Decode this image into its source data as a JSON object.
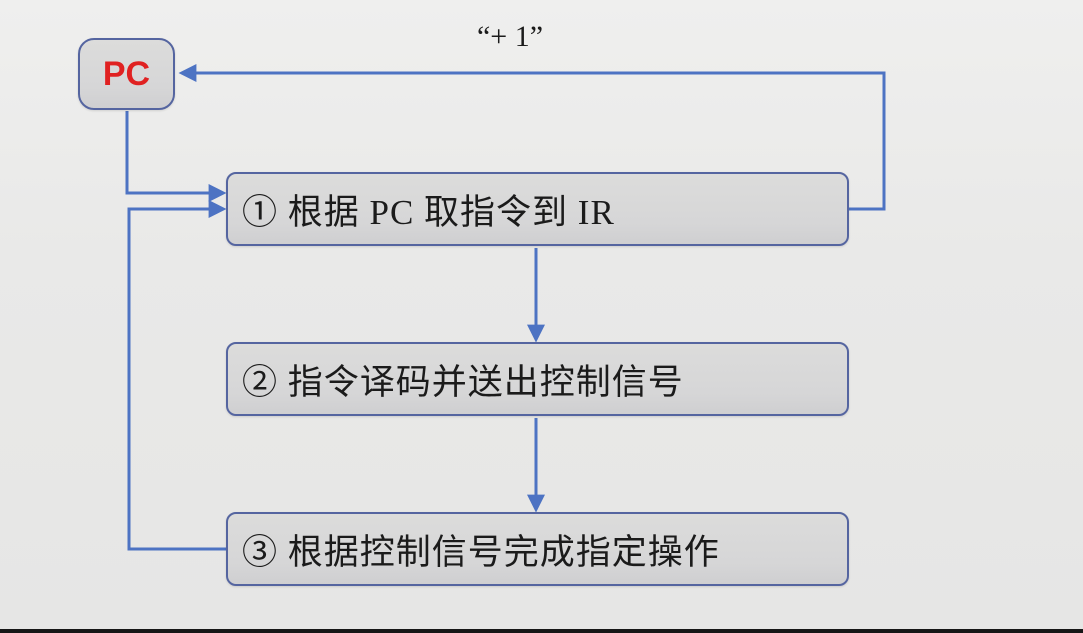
{
  "diagram": {
    "title_implicit": "",
    "pc_box": {
      "label": "PC"
    },
    "plus_one_label": "“+ 1”",
    "steps": [
      {
        "label": "① 根据 PC 取指令到 IR"
      },
      {
        "label": "② 指令译码并送出控制信号"
      },
      {
        "label": "③ 根据控制信号完成指定操作"
      }
    ],
    "arrows": [
      {
        "name": "pc-to-step1",
        "from": "PC",
        "to": "step-1"
      },
      {
        "name": "step1-to-step2",
        "from": "step-1",
        "to": "step-2"
      },
      {
        "name": "step2-to-step3",
        "from": "step-2",
        "to": "step-3"
      },
      {
        "name": "step3-loop-to-step1",
        "from": "step-3",
        "to": "step-1"
      },
      {
        "name": "step1-plus1-to-pc",
        "from": "step-1",
        "to": "PC",
        "label": "“+ 1”"
      }
    ]
  },
  "colors": {
    "background": "#e9e9e8",
    "background_top": "#efefee",
    "box_fill": "#d6d6d7",
    "box_fill_light": "#dcdcdb",
    "box_border": "#5565a0",
    "connector": "#4d73c3",
    "pc_text": "#e02121",
    "text": "#1b1b1b",
    "bottom_bar": "#161616"
  }
}
